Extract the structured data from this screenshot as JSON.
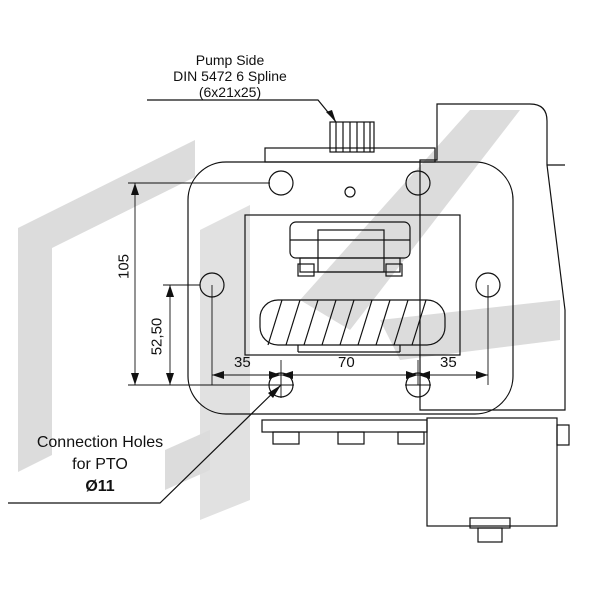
{
  "pump_side": {
    "line1": "Pump Side",
    "line2": "DIN 5472 6 Spline",
    "line3": "(6x21x25)"
  },
  "connection": {
    "line1": "Connection Holes",
    "line2": "for PTO",
    "line3": "Ø11"
  },
  "dimensions": {
    "height_outer": "105",
    "height_inner": "52,50",
    "left_offset": "35",
    "center_span": "70",
    "right_offset": "35"
  },
  "colors": {
    "line": "#111111",
    "watermark": "#dcdcdc",
    "background": "#ffffff"
  }
}
